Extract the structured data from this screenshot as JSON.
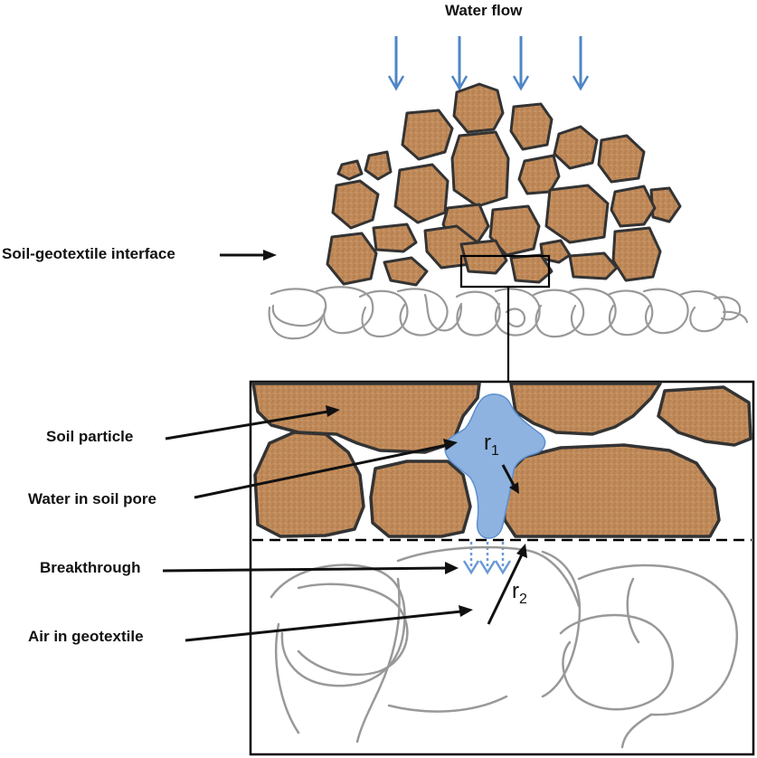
{
  "labels": {
    "water_flow": "Water flow",
    "interface": "Soil-geotextile interface",
    "soil_particle": "Soil particle",
    "water_in_pore": "Water in soil pore",
    "breakthrough": "Breakthrough",
    "air_in_geotextile": "Air in geotextile",
    "r1_base": "r",
    "r1_sub": "1",
    "r2_base": "r",
    "r2_sub": "2"
  },
  "colors": {
    "soil_fill": "#c08a5a",
    "soil_outline": "#333333",
    "water": "#8fb3e0",
    "water_outline": "#5b8fd0",
    "flow_arrow": "#4f86c6",
    "fiber": "#999999",
    "frame": "#000000"
  },
  "icons": [
    "down-arrow-icon",
    "right-arrow-icon"
  ]
}
